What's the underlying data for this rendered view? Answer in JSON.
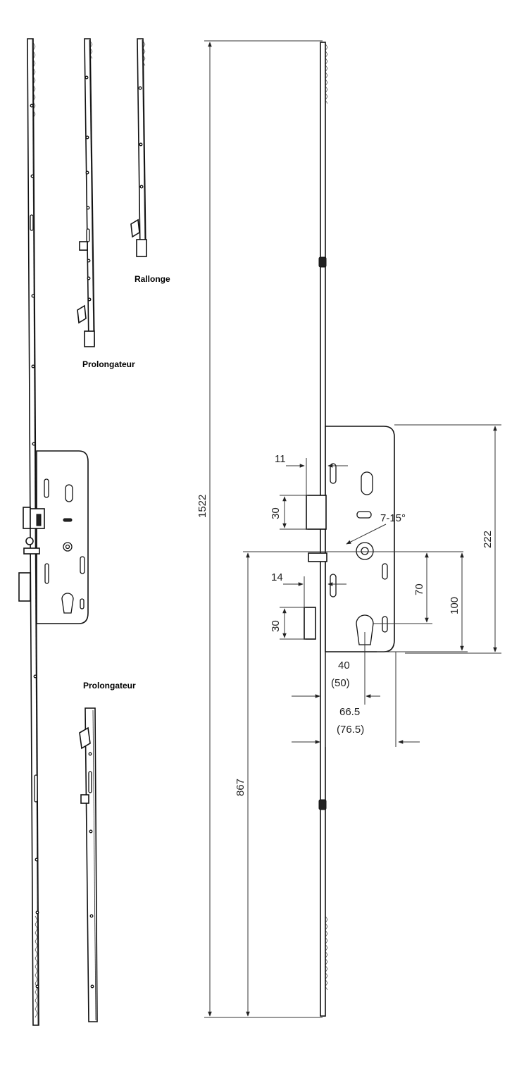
{
  "labels": {
    "rallonge": "Rallonge",
    "prolongateur_top": "Prolongateur",
    "prolongateur_bottom": "Prolongateur"
  },
  "dimensions": {
    "overall_length": "1522",
    "lower_length": "867",
    "case_height": "222",
    "bolt_offset": "100",
    "handle_to_cylinder": "70",
    "latch_thickness": "11",
    "latch_height": "30",
    "bolt_thickness": "14",
    "bolt_height": "30",
    "backset": "40",
    "backset_alt": "(50)",
    "case_depth": "66.5",
    "case_depth_alt": "(76.5)",
    "angle": "7-15°"
  }
}
